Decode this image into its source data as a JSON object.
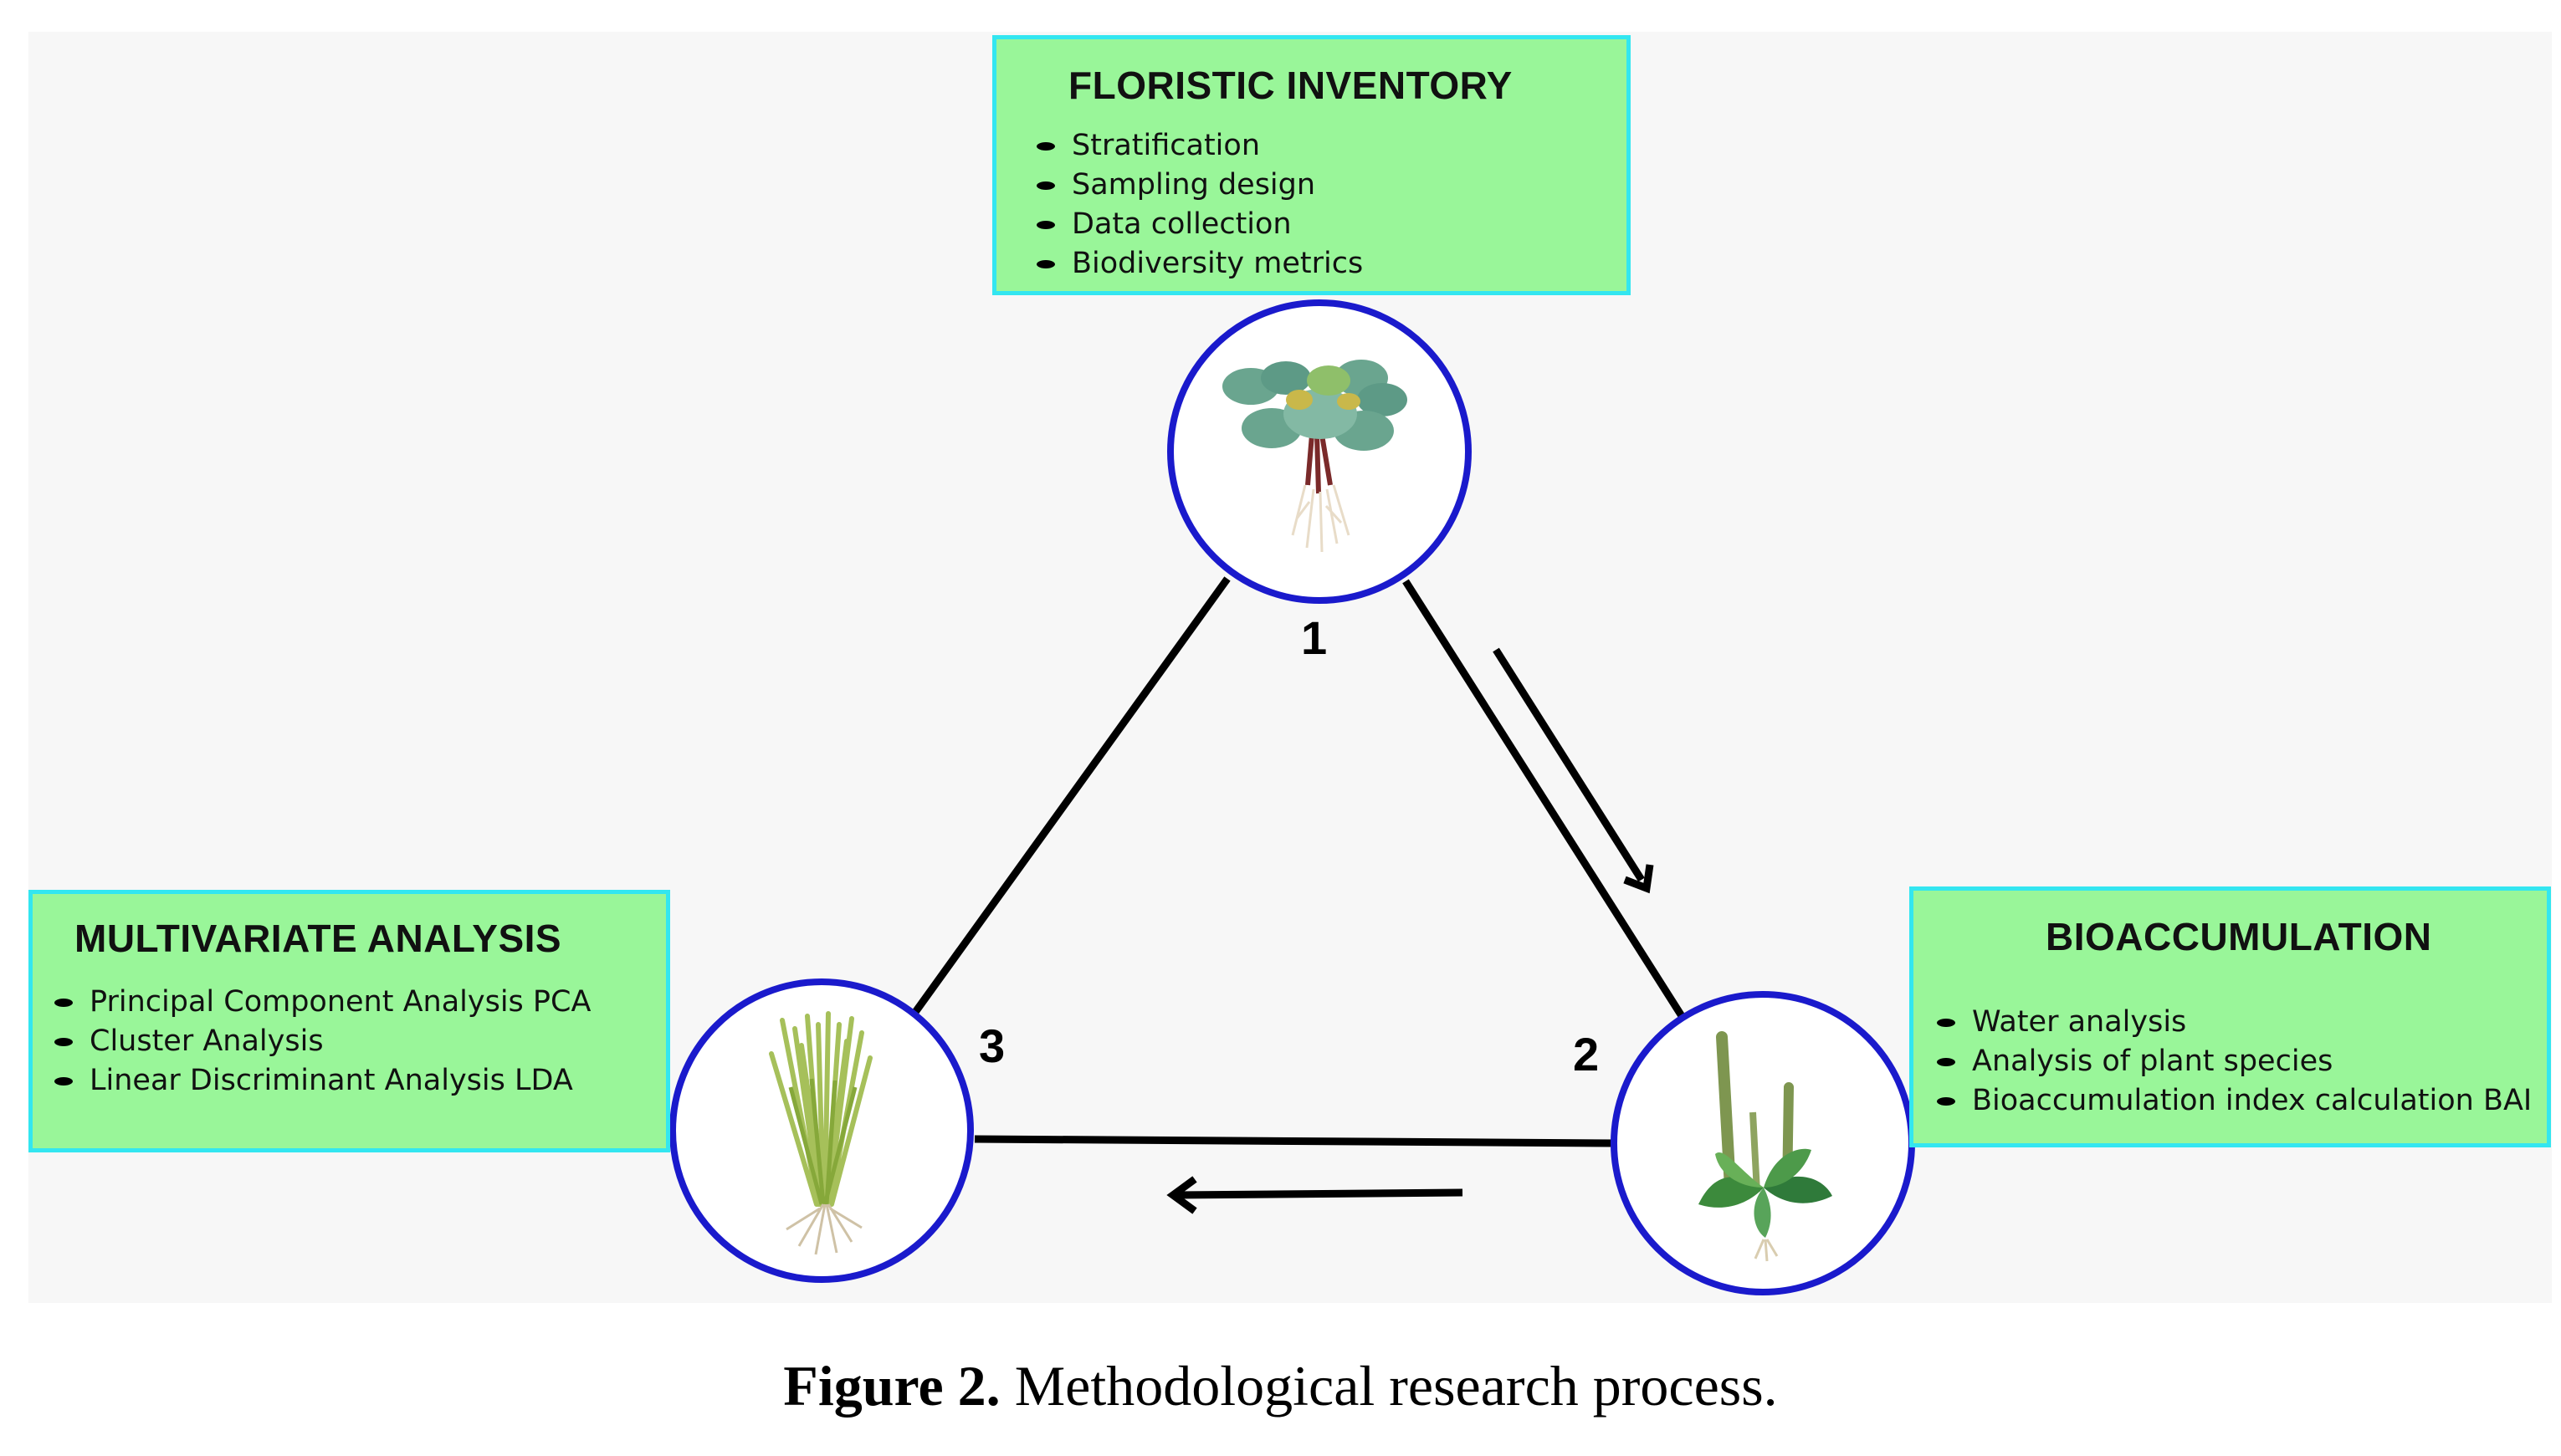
{
  "boxes": {
    "floristic": {
      "title": "FLORISTIC INVENTORY",
      "items": [
        "Stratification",
        "Sampling design",
        "Data collection",
        "Biodiversity metrics"
      ]
    },
    "bioaccumulation": {
      "title": "BIOACCUMULATION",
      "items": [
        "Water analysis",
        "Analysis of plant species",
        "Bioaccumulation index calculation BAI"
      ]
    },
    "multivariate": {
      "title": "MULTIVARIATE ANALYSIS",
      "items": [
        "Principal Component Analysis PCA",
        "Cluster Analysis",
        "Linear Discriminant Analysis LDA"
      ]
    }
  },
  "steps": {
    "one": "1",
    "two": "2",
    "three": "3"
  },
  "caption": {
    "label": "Figure 2.",
    "text": " Methodological research process."
  },
  "colors": {
    "box_fill": "#99f699",
    "box_border": "#33e6f0",
    "circle_border": "#1a1acc",
    "panel_bg": "#f7f7f7"
  },
  "icons": [
    "plant-rosette-icon",
    "plant-spike-icon",
    "grass-tuft-icon",
    "arrow-down-right-icon",
    "arrow-left-icon"
  ]
}
